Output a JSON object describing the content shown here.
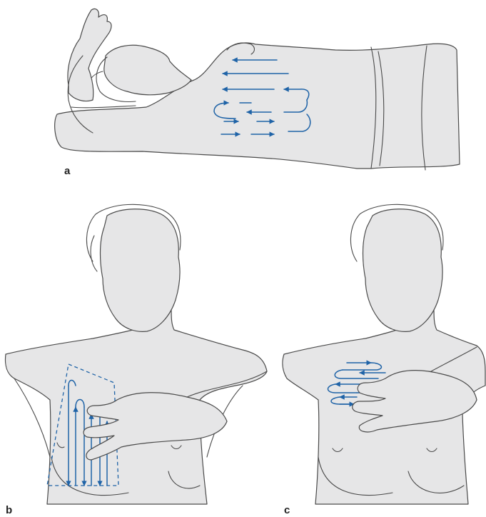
{
  "panels": {
    "a": {
      "label": "a"
    },
    "b": {
      "label": "b"
    },
    "c": {
      "label": "c"
    }
  },
  "colors": {
    "skin": "#e6e6e7",
    "outline": "#4a4a4a",
    "arrow": "#1f63a7"
  }
}
